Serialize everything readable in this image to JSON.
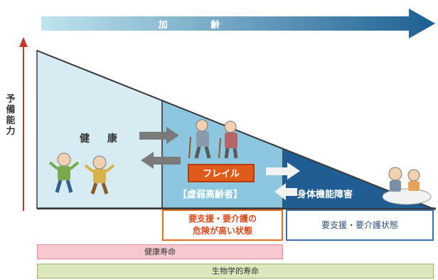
{
  "aging_arrow": {
    "label": "加 齢"
  },
  "reserve_axis": {
    "label": "予備能力"
  },
  "stages": {
    "health": {
      "label": "健 康"
    },
    "frailty": {
      "label": "フレイル",
      "sublabel": "【虚弱高齢者】"
    },
    "disability": {
      "label": "身体機能障害"
    }
  },
  "status_boxes": {
    "risk": {
      "line1": "要支援・要介護の",
      "line2": "危険が高い状態"
    },
    "care": {
      "label": "要支援・要介護状態"
    }
  },
  "lifespan_bars": {
    "healthy_life": "健康寿命",
    "biological_life": "生物学的寿命"
  },
  "colors": {
    "health_zone": "#d7ebf3",
    "frailty_zone": "#8cc6df",
    "disability_zone": "#1f5d93",
    "aging_arrow_start": "#bfe5ee",
    "aging_arrow_end": "#1d5f93",
    "reserve_arrow": "#c0392b",
    "frailty_box": "#e05a1a"
  }
}
